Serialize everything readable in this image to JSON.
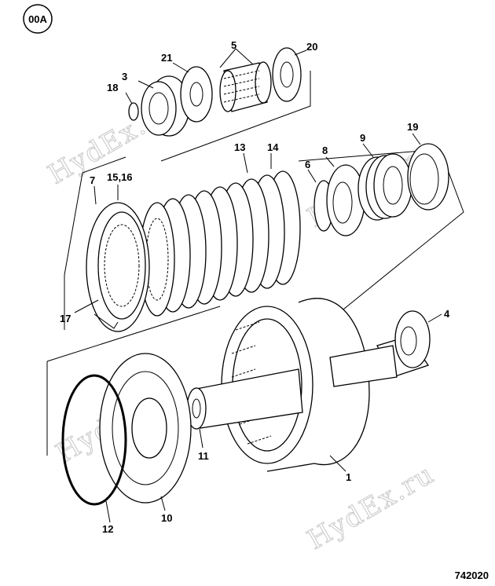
{
  "badge": "00A",
  "figure_number": "742020",
  "watermark": "HydEx.ru",
  "callouts": [
    {
      "id": "c18",
      "text": "18"
    },
    {
      "id": "c3",
      "text": "3"
    },
    {
      "id": "c21",
      "text": "21"
    },
    {
      "id": "c5",
      "text": "5"
    },
    {
      "id": "c20",
      "text": "20"
    },
    {
      "id": "c13",
      "text": "13"
    },
    {
      "id": "c14",
      "text": "14"
    },
    {
      "id": "c7",
      "text": "7"
    },
    {
      "id": "c1516",
      "text": "15,16"
    },
    {
      "id": "c8",
      "text": "8"
    },
    {
      "id": "c9",
      "text": "9"
    },
    {
      "id": "c19",
      "text": "19"
    },
    {
      "id": "c6",
      "text": "6"
    },
    {
      "id": "c17",
      "text": "17"
    },
    {
      "id": "c4",
      "text": "4"
    },
    {
      "id": "c11",
      "text": "11"
    },
    {
      "id": "c1",
      "text": "1"
    },
    {
      "id": "c10",
      "text": "10"
    },
    {
      "id": "c12",
      "text": "12"
    }
  ]
}
